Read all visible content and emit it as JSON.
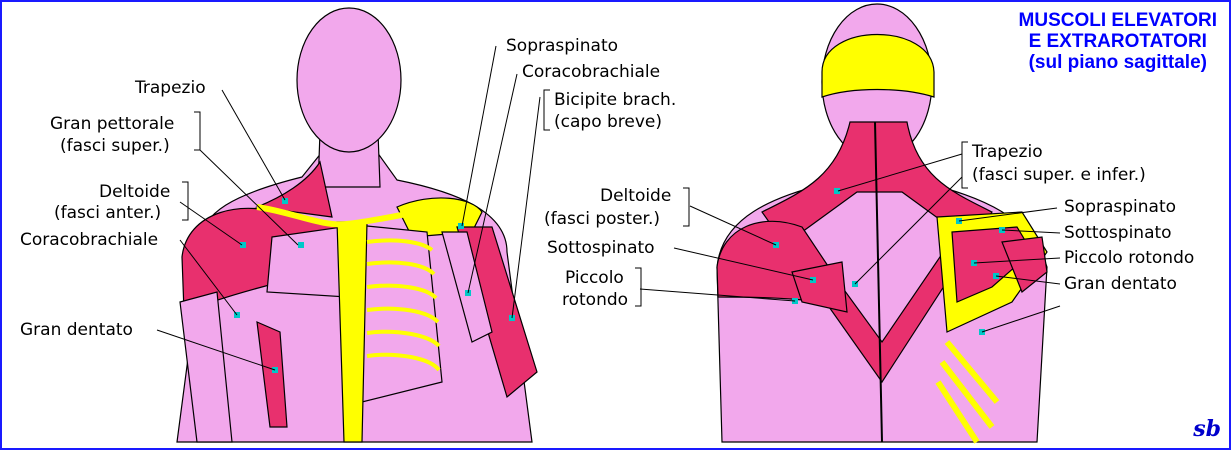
{
  "title": {
    "line1": "MUSCOLI ELEVATORI",
    "line2": "E EXTRAROTATORI",
    "line3": "(sul piano sagittale)"
  },
  "front_labels": {
    "trapezio": "Trapezio",
    "gran_pettorale_1": "Gran pettorale",
    "gran_pettorale_2": "(fasci super.)",
    "deltoide_1": "Deltoide",
    "deltoide_2": "(fasci anter.)",
    "coracobrachiale_left": "Coracobrachiale",
    "gran_dentato": "Gran dentato",
    "sopraspinato": "Sopraspinato",
    "coracobrachiale_right": "Coracobrachiale",
    "bicipite_1": "Bicipite brach.",
    "bicipite_2": "(capo breve)"
  },
  "back_labels": {
    "trapezio_1": "Trapezio",
    "trapezio_2": "(fasci super. e infer.)",
    "deltoide_1": "Deltoide",
    "deltoide_2": "(fasci poster.)",
    "sottospinato_left": "Sottospinato",
    "piccolo_rotondo_1": "Piccolo",
    "piccolo_rotondo_2": "rotondo",
    "sopraspinato": "Sopraspinato",
    "sottospinato_right": "Sottospinato",
    "piccolo_rotondo_right": "Piccolo rotondo",
    "gran_dentato": "Gran dentato"
  },
  "signature": "sb",
  "colors": {
    "border": "#1a1aff",
    "skin": "#f2a8ec",
    "muscle": "#e8306e",
    "bone": "#ffff00",
    "marker": "#00c8c8",
    "title": "#0000ff"
  }
}
